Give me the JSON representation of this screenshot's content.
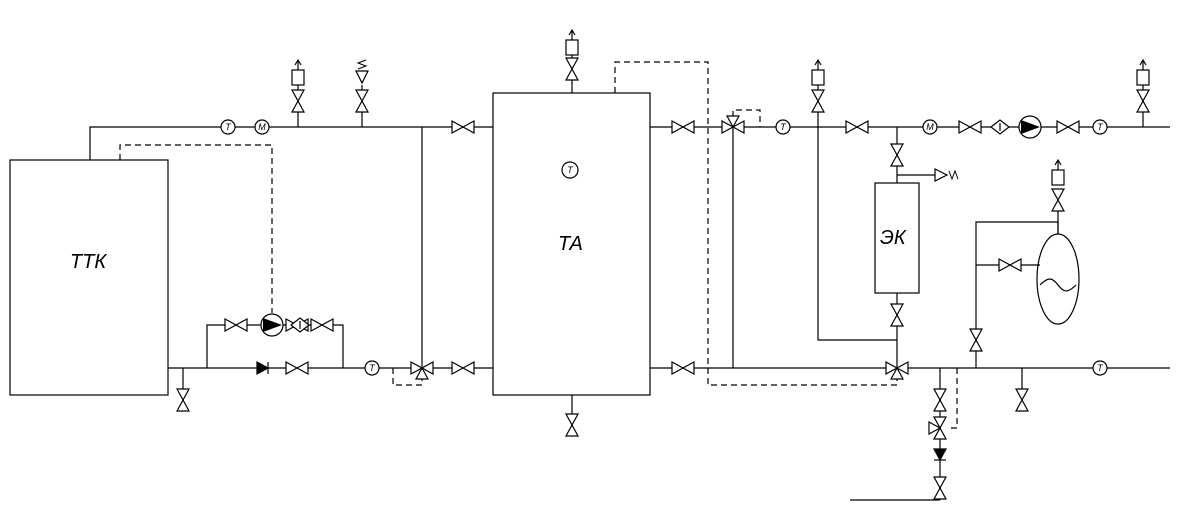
{
  "labels": {
    "boiler": "ТТК",
    "accumulator": "ТА",
    "electric_boiler": "ЭК",
    "thermometer": "Т",
    "manometer": "М"
  }
}
